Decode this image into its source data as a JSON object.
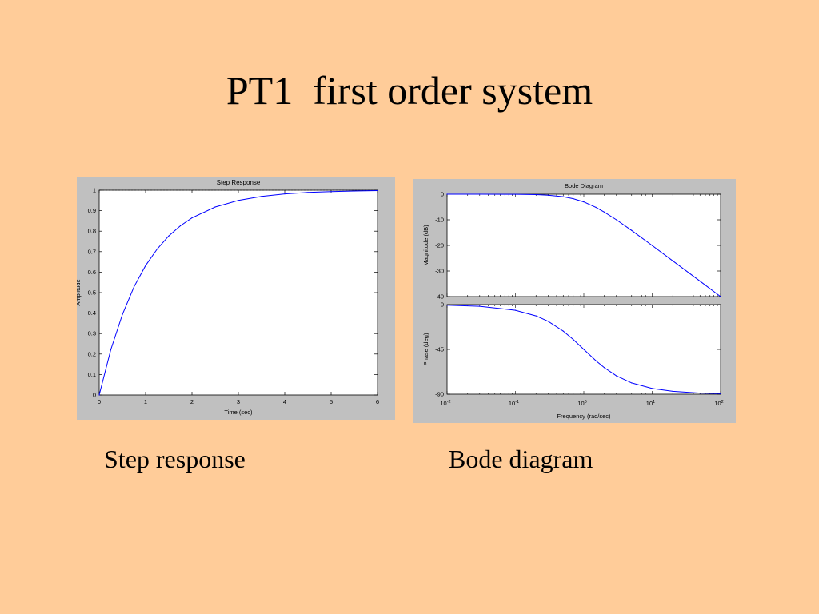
{
  "slide": {
    "title": "PT1  first order system",
    "captions": {
      "step": "Step response",
      "bode": "Bode diagram"
    }
  },
  "colors": {
    "background": "#ffcc99",
    "figure_frame": "#c0c0c0",
    "line": "#0000ff",
    "axes_bg": "#ffffff"
  },
  "chart_data": [
    {
      "type": "line",
      "title": "Step Response",
      "xlabel": "Time (sec)",
      "ylabel": "Amplitude",
      "xlim": [
        0,
        6
      ],
      "ylim": [
        0,
        1
      ],
      "xticks": [
        "0",
        "1",
        "2",
        "3",
        "4",
        "5",
        "6"
      ],
      "yticks": [
        "0",
        "0.1",
        "0.2",
        "0.3",
        "0.4",
        "0.5",
        "0.6",
        "0.7",
        "0.8",
        "0.9",
        "1"
      ],
      "reference_line": {
        "y": 1,
        "style": "dashed"
      },
      "series": [
        {
          "x": [
            0,
            0.25,
            0.5,
            0.75,
            1,
            1.25,
            1.5,
            1.75,
            2,
            2.5,
            3,
            3.5,
            4,
            4.5,
            5,
            5.5,
            6
          ],
          "y": [
            0,
            0.221,
            0.393,
            0.528,
            0.632,
            0.713,
            0.777,
            0.826,
            0.865,
            0.918,
            0.95,
            0.97,
            0.982,
            0.989,
            0.993,
            0.996,
            0.998
          ]
        }
      ]
    },
    {
      "type": "line",
      "title": "Bode Diagram",
      "xlabel": "Frequency  (rad/sec)",
      "xscale": "log",
      "xlim": [
        0.01,
        100
      ],
      "xticks": [
        {
          "base": "10",
          "exp": "-2"
        },
        {
          "base": "10",
          "exp": "-1"
        },
        {
          "base": "10",
          "exp": "0"
        },
        {
          "base": "10",
          "exp": "1"
        },
        {
          "base": "10",
          "exp": "2"
        }
      ],
      "magnitude": {
        "ylabel": "Magnitude (dB)",
        "ylim": [
          -40,
          0
        ],
        "yticks": [
          "0",
          "-10",
          "-20",
          "-30",
          "-40"
        ],
        "series": [
          {
            "x": [
              0.01,
              0.03,
              0.1,
              0.2,
              0.3,
              0.5,
              0.7,
              1,
              1.5,
              2,
              3,
              5,
              10,
              20,
              50,
              100
            ],
            "y": [
              0,
              0,
              -0.04,
              -0.17,
              -0.37,
              -0.97,
              -1.74,
              -3.01,
              -5.12,
              -6.99,
              -10.0,
              -14.15,
              -20.04,
              -26.02,
              -33.98,
              -40.0
            ]
          }
        ]
      },
      "phase": {
        "ylabel": "Phase (deg)",
        "ylim": [
          -90,
          0
        ],
        "yticks": [
          "0",
          "-45",
          "-90"
        ],
        "series": [
          {
            "x": [
              0.01,
              0.03,
              0.1,
              0.2,
              0.3,
              0.5,
              0.7,
              1,
              1.5,
              2,
              3,
              5,
              10,
              20,
              50,
              100
            ],
            "y": [
              -0.6,
              -1.7,
              -5.7,
              -11.3,
              -16.7,
              -26.6,
              -35.0,
              -45.0,
              -56.3,
              -63.4,
              -71.6,
              -78.7,
              -84.3,
              -87.1,
              -88.9,
              -89.4
            ]
          }
        ]
      }
    }
  ]
}
